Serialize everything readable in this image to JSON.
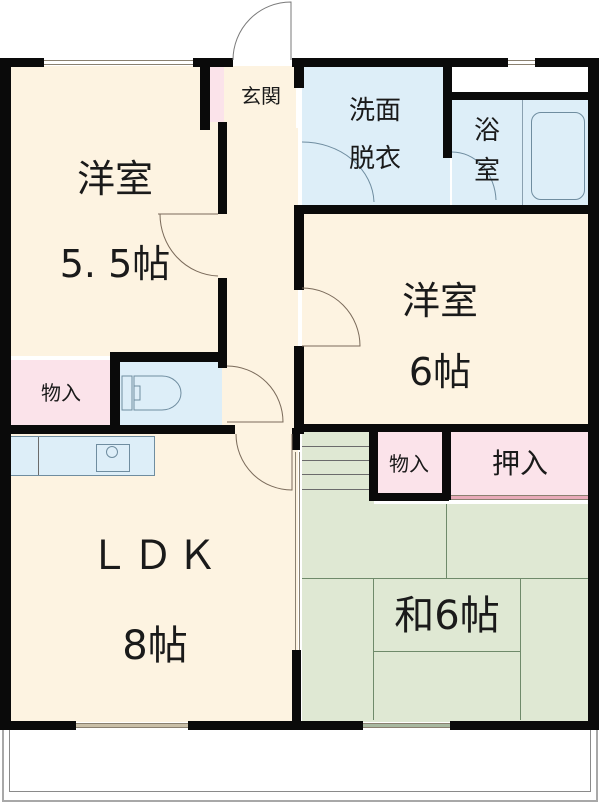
{
  "floor_plan": {
    "colors": {
      "wall": "#0a0a0a",
      "western_room": "#fdf3e1",
      "wet_area": "#ddeef8",
      "storage": "#fbe3ea",
      "tatami": "#dfe8d3"
    },
    "rooms": {
      "entrance": {
        "label": "玄関"
      },
      "western_room_a": {
        "label": "洋室",
        "size": "5. 5帖"
      },
      "washroom": {
        "label_line1": "洗面",
        "label_line2": "脱衣"
      },
      "bathroom": {
        "label_line1": "浴",
        "label_line2": "室"
      },
      "western_room_b": {
        "label": "洋室",
        "size": "6帖"
      },
      "storage_left": {
        "label": "物入"
      },
      "toilet": {
        "label": ""
      },
      "ldk": {
        "label": "ＬＤＫ",
        "size": "8帖"
      },
      "storage_small": {
        "label": "物入"
      },
      "closet": {
        "label": "押入"
      },
      "japanese_room": {
        "label": "和6帖"
      }
    }
  }
}
